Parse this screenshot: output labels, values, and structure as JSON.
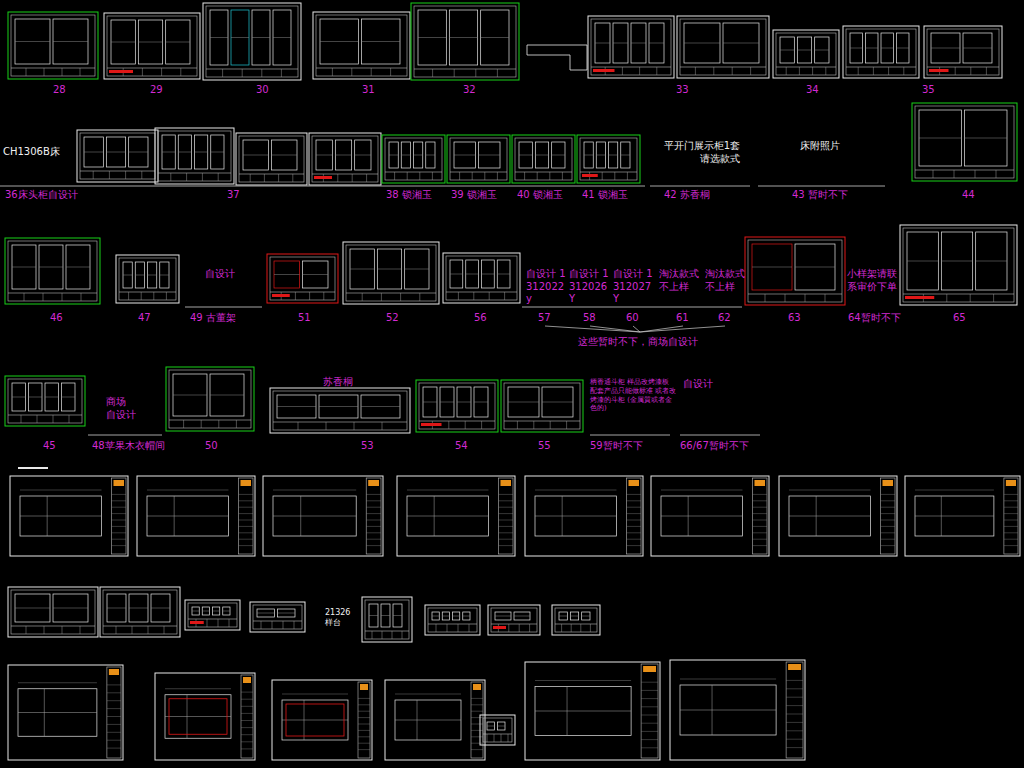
{
  "diagram": {
    "labels": [
      "28",
      "29",
      "30",
      "31",
      "32",
      "33",
      "34",
      "35",
      "CH1306B床",
      "平开门展示柜1套 请选款式",
      "床附照片",
      "36床头柜自设计",
      "37",
      "38 锁湘玉",
      "39 锁湘玉",
      "40 锁湘玉",
      "41 锁湘玉",
      "42 苏香桐",
      "43 暂时不下",
      "44",
      "自设计",
      "46",
      "47",
      "49 古董架",
      "51",
      "52",
      "56",
      "自设计 1312022y",
      "自设计 1312026Y",
      "自设计 1312027Y",
      "淘汰款式 不上样",
      "淘汰款式 不上样",
      "57",
      "58",
      "60",
      "61",
      "62",
      "63",
      "小样架请联系审价下单",
      "64暂时不下",
      "65",
      "这些暂时不下，商场自设计",
      "45",
      "商场 自设计",
      "48苹果木衣帽间",
      "50",
      "苏香桐",
      "53",
      "54",
      "55",
      "柄香通斗柜 样品改烤漆板 配套产品只能做标准 或者改烤漆的斗柜 (金属質或者金色的)",
      "自设计",
      "59暂时不下",
      "66/67暂时不下",
      "21326 样台"
    ]
  }
}
